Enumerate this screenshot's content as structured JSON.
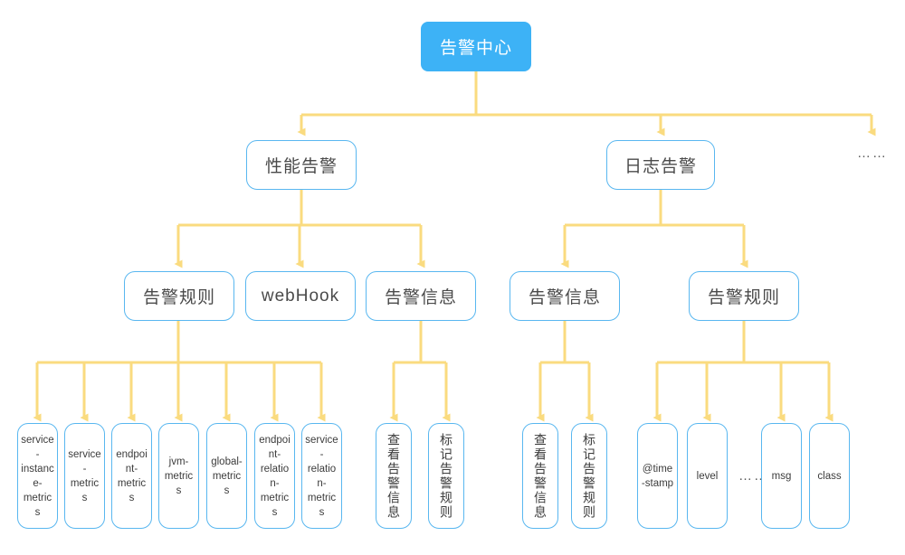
{
  "diagram": {
    "type": "tree",
    "title": "告警中心",
    "line_color": "#fadb7f",
    "node_border_color": "#59b7f0",
    "root_fill_color": "#3db2f6",
    "root_text_color": "#ffffff",
    "node_text_color": "#4a4a4a",
    "background_color": "#ffffff",
    "root": {
      "label": "告警中心"
    },
    "level2": [
      {
        "label": "性能告警"
      },
      {
        "label": "日志告警"
      },
      {
        "label": "……"
      }
    ],
    "level3": [
      {
        "label": "告警规则",
        "parent": "性能告警"
      },
      {
        "label": "webHook",
        "parent": "性能告警"
      },
      {
        "label": "告警信息",
        "parent": "性能告警"
      },
      {
        "label": "告警信息",
        "parent": "日志告警"
      },
      {
        "label": "告警规则",
        "parent": "日志告警"
      }
    ],
    "leaves_rule_metrics": [
      {
        "label": "service-instance-metrics"
      },
      {
        "label": "service-metrics"
      },
      {
        "label": "endpoint-metrics"
      },
      {
        "label": "jvm-metrics"
      },
      {
        "label": "global-metrics"
      },
      {
        "label": "endpoint-relation-metrics"
      },
      {
        "label": "service-relation-metrics"
      }
    ],
    "leaves_perf_alarm_info": [
      {
        "label": "查看告警信息"
      },
      {
        "label": "标记告警规则"
      }
    ],
    "leaves_log_alarm_info": [
      {
        "label": "查看告警信息"
      },
      {
        "label": "标记告警规则"
      }
    ],
    "leaves_log_rule_fields": [
      {
        "label": "@time-stamp"
      },
      {
        "label": "level"
      },
      {
        "label": "……"
      },
      {
        "label": "msg"
      },
      {
        "label": "class"
      }
    ]
  }
}
